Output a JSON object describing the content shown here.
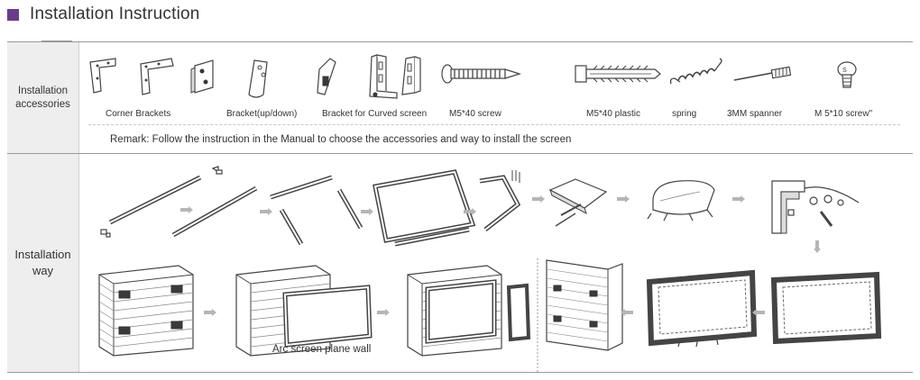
{
  "header": {
    "title": "Installation Instruction",
    "accent_color": "#6a3b8c"
  },
  "accessories": {
    "row_label_line1": "Installation",
    "row_label_line2": "accessories",
    "items": [
      {
        "label": "Corner Brackets",
        "icon": "corner-bracket-icon"
      },
      {
        "label": "Bracket(up/down)",
        "icon": "bracket-up-down-icon"
      },
      {
        "label": "Bracket for Curved screen",
        "icon": "curved-screen-bracket-icon"
      },
      {
        "label": "M5*40 screw",
        "icon": "screw-icon"
      },
      {
        "label": "M5*40 plastic",
        "icon": "wall-plug-icon"
      },
      {
        "label": "spring",
        "icon": "spring-icon"
      },
      {
        "label": "3MM spanner",
        "icon": "spanner-icon"
      },
      {
        "label": "M 5*10 screw\"",
        "icon": "small-screw-icon"
      }
    ],
    "remark": "Remark: Follow the instruction in the Manual to choose the accessories and way to install the screen"
  },
  "way": {
    "row_label_line1": "Installation",
    "row_label_line2": "way",
    "caption": "Arc screen plane wall"
  }
}
